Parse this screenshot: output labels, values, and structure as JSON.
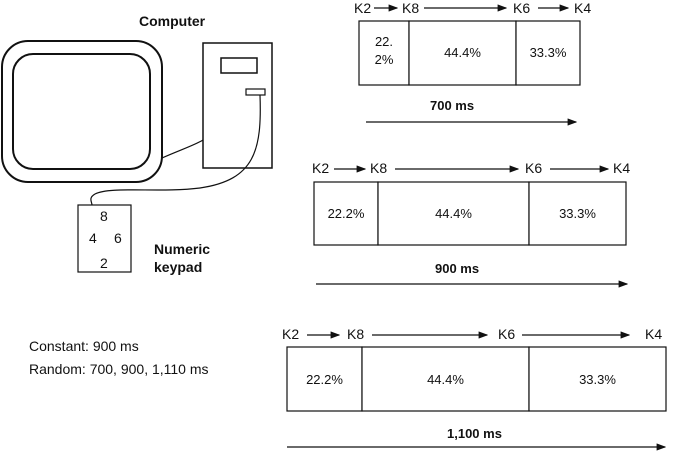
{
  "labels": {
    "computer": "Computer",
    "keypad_title_line1": "Numeric",
    "keypad_title_line2": "keypad",
    "constant": "Constant: 900 ms",
    "random": "Random: 700, 900, 1,110 ms"
  },
  "keypad_keys": {
    "top": "8",
    "left": "4",
    "right": "6",
    "bottom": "2"
  },
  "sequences": [
    {
      "keys": [
        "K2",
        "K8",
        "K6",
        "K4"
      ],
      "segments": [
        "22.\n2%",
        "44.4%",
        "33.3%"
      ],
      "duration": "700 ms"
    },
    {
      "keys": [
        "K2",
        "K8",
        "K6",
        "K4"
      ],
      "segments": [
        "22.2%",
        "44.4%",
        "33.3%"
      ],
      "duration": "900 ms"
    },
    {
      "keys": [
        "K2",
        "K8",
        "K6",
        "K4"
      ],
      "segments": [
        "22.2%",
        "44.4%",
        "33.3%"
      ],
      "duration": "1,100 ms"
    }
  ]
}
